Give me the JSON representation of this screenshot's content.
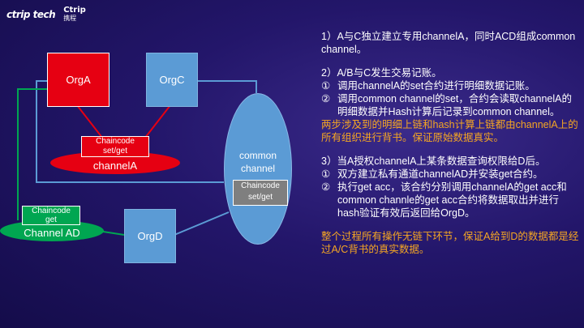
{
  "logos": {
    "left_brand": "ctrip tech",
    "right_brand_top": "Ctrip",
    "right_brand_bottom": "携程"
  },
  "diagram": {
    "org_a": "OrgA",
    "org_c": "OrgC",
    "org_d": "OrgD",
    "channel_a": "channelA",
    "common_channel_line1": "common",
    "common_channel_line2": "channel",
    "channel_ad": "Channel AD",
    "cc_a_line1": "Chaincode",
    "cc_a_line2": "set/get",
    "cc_common_line1": "Chaincode",
    "cc_common_line2": "set/get",
    "cc_ad_line1": "Chaincode",
    "cc_ad_line2": "get"
  },
  "text": {
    "s1": "1）A与C独立建立专用channelA，同时ACD组成common channel。",
    "s2_title": "2）A/B与C发生交易记账。",
    "s2_item1_num": "①",
    "s2_item1": "调用channelA的set合约进行明细数据记账。",
    "s2_item2_num": "②",
    "s2_item2": "调用common channel的set，合约会读取channelA的明细数据并Hash计算后记录到common channel。",
    "s2_note": "两步涉及到的明细上链和hash计算上链都由channelA上的所有组织进行背书。保证原始数据真实。",
    "s3_title": "3）当A授权channelA上某条数据查询权限给D后。",
    "s3_item1_num": "①",
    "s3_item1": "双方建立私有通道channelAD并安装get合约。",
    "s3_item2_num": "②",
    "s3_item2": "执行get acc，该合约分别调用channelA的get acc和common channle的get acc合约将数据取出并进行hash验证有效后返回给OrgD。",
    "conclusion": "整个过程所有操作无链下环节，保证A给到D的数据都是经过A/C背书的真实数据。"
  },
  "colors": {
    "background": "#23166a",
    "org_a": "#e60012",
    "org_blue": "#5b9bd5",
    "channel_ad": "#00a651",
    "chaincode_gray": "#7f7f7f",
    "highlight": "#f5a623"
  }
}
